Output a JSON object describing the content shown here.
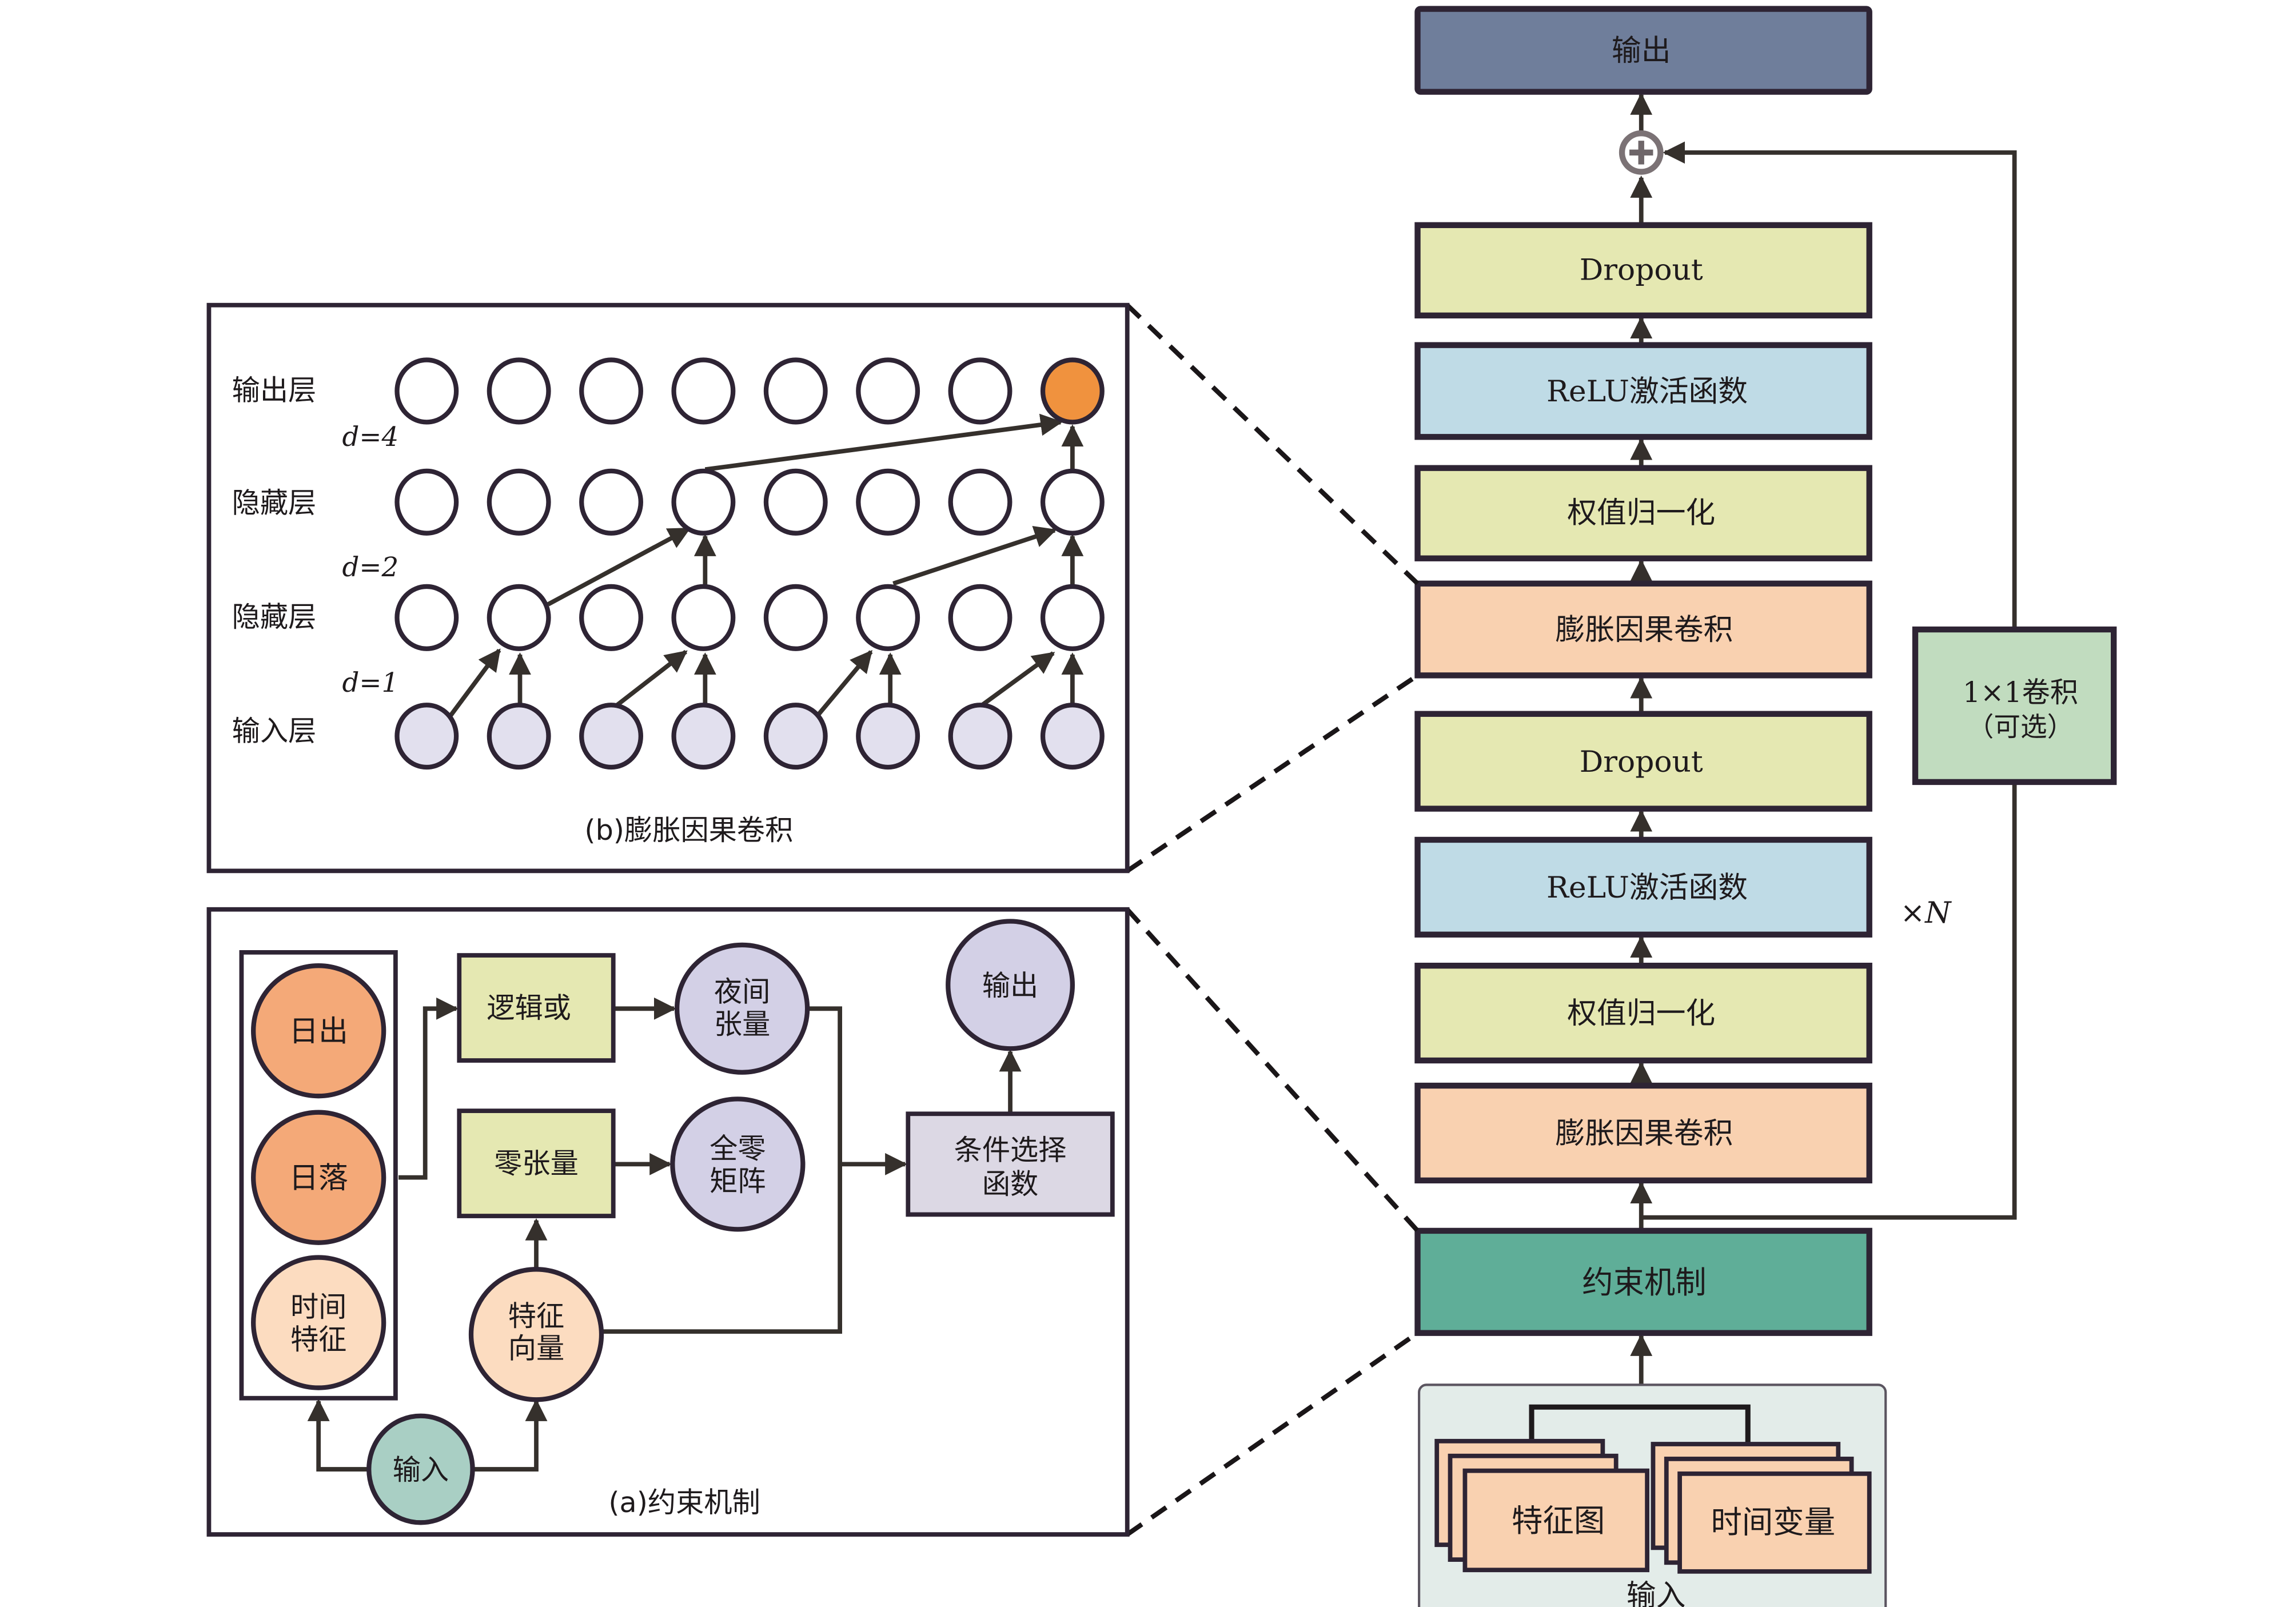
{
  "colors": {
    "output": "#6f7e9b",
    "dropout": "#e5e8b2",
    "relu": "#bfdbe6",
    "weight_norm": "#e5e8b2",
    "dilated_conv": "#f9d1b0",
    "constraint": "#5fae98",
    "conv1x1": "#c1dcbf",
    "input_container": "#e3ece9",
    "input_card": "#f9d1b0",
    "sunrise_sunset": "#f4a978",
    "time_feature": "#fcdcc0",
    "tensor_circle": "#d3d0e6",
    "input_circle": "#a9cfc4",
    "logic_box": "#e5e8b2",
    "select_box": "#dcd8e4",
    "highlight_node": "#f0923e",
    "input_layer_node": "#e2e0ee"
  },
  "main_stack": {
    "output": "输出",
    "add_symbol": "⊕",
    "block_top": {
      "dropout": "Dropout",
      "relu": "ReLU激活函数",
      "weight_norm": "权值归一化",
      "dilated_conv": "膨胀因果卷积"
    },
    "block_bottom": {
      "dropout": "Dropout",
      "relu": "ReLU激活函数",
      "weight_norm": "权值归一化",
      "dilated_conv": "膨胀因果卷积"
    },
    "repeat_label": "×N",
    "constraint": "约束机制",
    "conv1x1_line1": "1×1卷积",
    "conv1x1_line2": "（可选）",
    "input": {
      "label": "输入",
      "feature_map": "特征图",
      "time_variable": "时间变量"
    }
  },
  "panel_b": {
    "caption": "(b)膨胀因果卷积",
    "layers": [
      "输出层",
      "隐藏层",
      "隐藏层",
      "输入层"
    ],
    "dilations": [
      "d=4",
      "d=2",
      "d=1"
    ],
    "nodes_per_layer": 8,
    "highlight_node": {
      "layer": 0,
      "index": 7
    }
  },
  "panel_a": {
    "caption": "(a)约束机制",
    "sunrise": "日出",
    "sunset": "日落",
    "time_feature_1": "时间",
    "time_feature_2": "特征",
    "logic_or": "逻辑或",
    "zero_tensor": "零张量",
    "night_tensor_1": "夜间",
    "night_tensor_2": "张量",
    "all_zero_1": "全零",
    "all_zero_2": "矩阵",
    "feature_vector_1": "特征",
    "feature_vector_2": "向量",
    "input": "输入",
    "select_fn_1": "条件选择",
    "select_fn_2": "函数",
    "output": "输出"
  }
}
